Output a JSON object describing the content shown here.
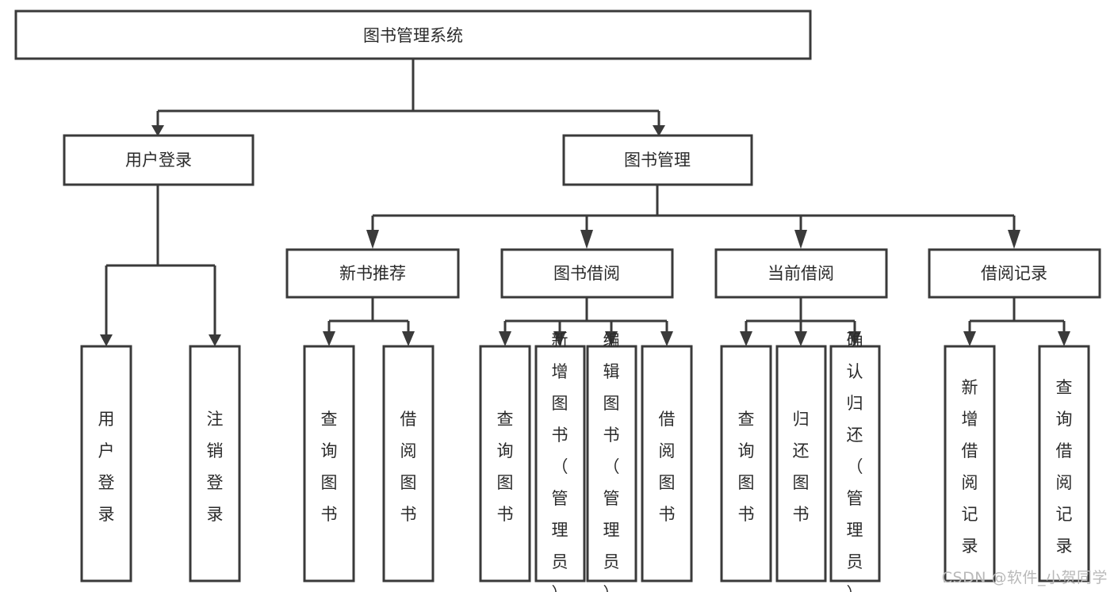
{
  "diagram": {
    "title": "图书管理系统",
    "type": "tree-hierarchy-diagram",
    "root": {
      "id": "root",
      "label": "图书管理系统",
      "orientation": "horizontal"
    },
    "level2": [
      {
        "id": "user-login",
        "label": "用户登录",
        "orientation": "horizontal"
      },
      {
        "id": "book-manage",
        "label": "图书管理",
        "orientation": "horizontal"
      }
    ],
    "level3": [
      {
        "id": "new-book-rec",
        "label": "新书推荐",
        "orientation": "horizontal"
      },
      {
        "id": "book-borrow",
        "label": "图书借阅",
        "orientation": "horizontal"
      },
      {
        "id": "current-borrow",
        "label": "当前借阅",
        "orientation": "horizontal"
      },
      {
        "id": "borrow-record",
        "label": "借阅记录",
        "orientation": "horizontal"
      }
    ],
    "leaves": {
      "user-login": [
        {
          "id": "leaf-user-login",
          "label": "用户登录",
          "orientation": "vertical"
        },
        {
          "id": "leaf-logout",
          "label": "注销登录",
          "orientation": "vertical"
        }
      ],
      "new-book-rec": [
        {
          "id": "leaf-query-book-1",
          "label": "查询图书",
          "orientation": "vertical"
        },
        {
          "id": "leaf-borrow-book-1",
          "label": "借阅图书",
          "orientation": "vertical"
        }
      ],
      "book-borrow": [
        {
          "id": "leaf-query-book-2",
          "label": "查询图书",
          "orientation": "vertical"
        },
        {
          "id": "leaf-add-book",
          "label": "新增图书（管理员）",
          "orientation": "vertical"
        },
        {
          "id": "leaf-edit-book",
          "label": "编辑图书（管理员）",
          "orientation": "vertical"
        },
        {
          "id": "leaf-borrow-book-2",
          "label": "借阅图书",
          "orientation": "vertical"
        }
      ],
      "current-borrow": [
        {
          "id": "leaf-query-book-3",
          "label": "查询图书",
          "orientation": "vertical"
        },
        {
          "id": "leaf-return-book",
          "label": "归还图书",
          "orientation": "vertical"
        },
        {
          "id": "leaf-confirm-return",
          "label": "确认归还（管理员）",
          "orientation": "vertical"
        }
      ],
      "borrow-record": [
        {
          "id": "leaf-add-record",
          "label": "新增借阅记录",
          "orientation": "vertical"
        },
        {
          "id": "leaf-query-record",
          "label": "查询借阅记录",
          "orientation": "vertical"
        }
      ]
    },
    "colors": {
      "stroke": "#3a3a3a",
      "fill": "#ffffff",
      "text": "#2b2b2b",
      "background": "#ffffff",
      "watermark": "#b9b9b9"
    }
  },
  "watermark": {
    "text": "CSDN @软件_小贺同学"
  }
}
